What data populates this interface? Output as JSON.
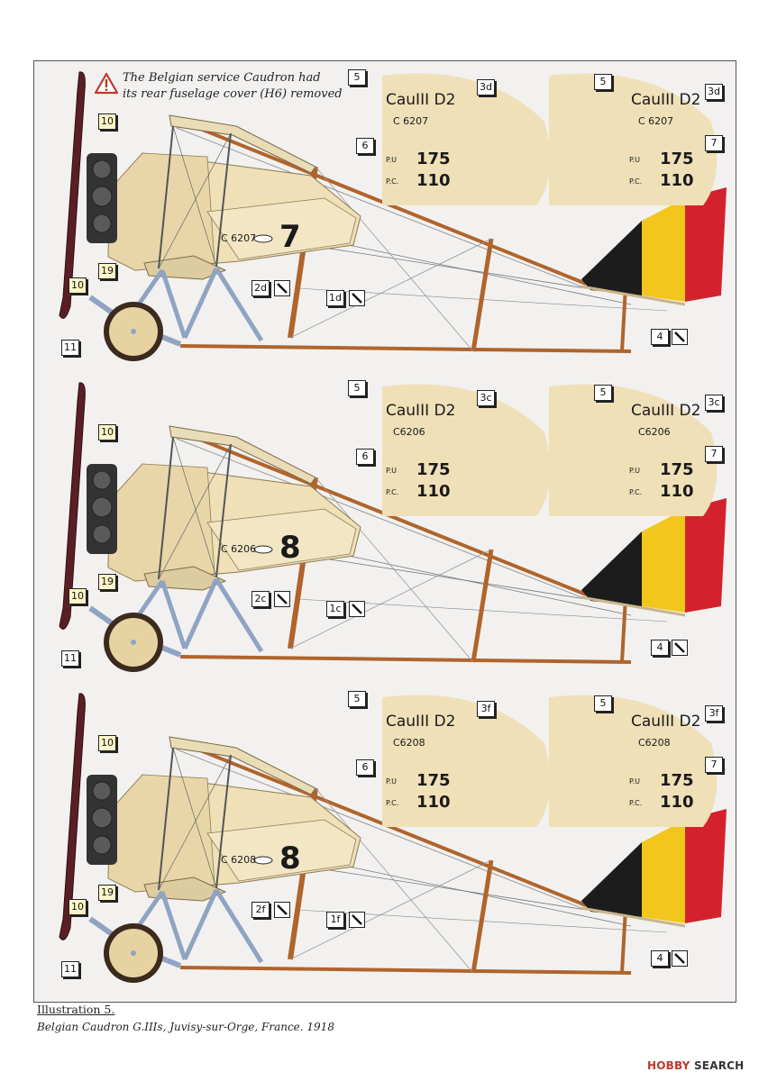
{
  "note": {
    "line1": "The Belgian service Caudron had",
    "line2": "its rear fuselage cover (H6) removed"
  },
  "caption": {
    "title": "Illustration 5.",
    "subtitle": "Belgian Caudron G.IIIs, Juvisy-sur-Orge, France. 1918"
  },
  "watermark": {
    "brand": "HOBBY",
    "suffix": "SEARCH"
  },
  "colors": {
    "doped_linen": "#efe0b8",
    "strut_wood": "#b0642c",
    "struts_blue": "#8fa4c2",
    "belgian_black": "#1c1c1c",
    "belgian_yellow": "#f2c61d",
    "belgian_red": "#d4222c"
  },
  "aircraft": [
    {
      "fin_model": "CauIII D2",
      "fin_serial": "C 6207",
      "fuselage_serial": "C 6207",
      "fuselage_number": "7",
      "pu_label": "P.U",
      "pu_value": "175",
      "pc_label": "P.C.",
      "pc_value": "110",
      "callouts": {
        "top_left": "10",
        "mid_left": "19",
        "wheel_top": "10",
        "wheel_bottom": "11",
        "serial_decal": "2d",
        "number_decal": "1d",
        "fin_model_left": "5",
        "fin_model_right": "5",
        "fin_serial_left": "3d",
        "fin_serial_right": "3d",
        "fin_data_left": "6",
        "fin_data_right": "7",
        "rudder": "4"
      }
    },
    {
      "fin_model": "CauIII D2",
      "fin_serial": "C6206",
      "fuselage_serial": "C 6206",
      "fuselage_number": "8",
      "pu_label": "P.U",
      "pu_value": "175",
      "pc_label": "P.C.",
      "pc_value": "110",
      "callouts": {
        "top_left": "10",
        "mid_left": "19",
        "wheel_top": "10",
        "wheel_bottom": "11",
        "serial_decal": "2c",
        "number_decal": "1c",
        "fin_model_left": "5",
        "fin_model_right": "5",
        "fin_serial_left": "3c",
        "fin_serial_right": "3c",
        "fin_data_left": "6",
        "fin_data_right": "7",
        "rudder": "4"
      }
    },
    {
      "fin_model": "CauIII D2",
      "fin_serial": "C6208",
      "fuselage_serial": "C 6208",
      "fuselage_number": "8",
      "pu_label": "P.U",
      "pu_value": "175",
      "pc_label": "P.C.",
      "pc_value": "110",
      "callouts": {
        "top_left": "10",
        "mid_left": "19",
        "wheel_top": "10",
        "wheel_bottom": "11",
        "serial_decal": "2f",
        "number_decal": "1f",
        "fin_model_left": "5",
        "fin_model_right": "5",
        "fin_serial_left": "3f",
        "fin_serial_right": "3f",
        "fin_data_left": "6",
        "fin_data_right": "7",
        "rudder": "4"
      }
    }
  ]
}
